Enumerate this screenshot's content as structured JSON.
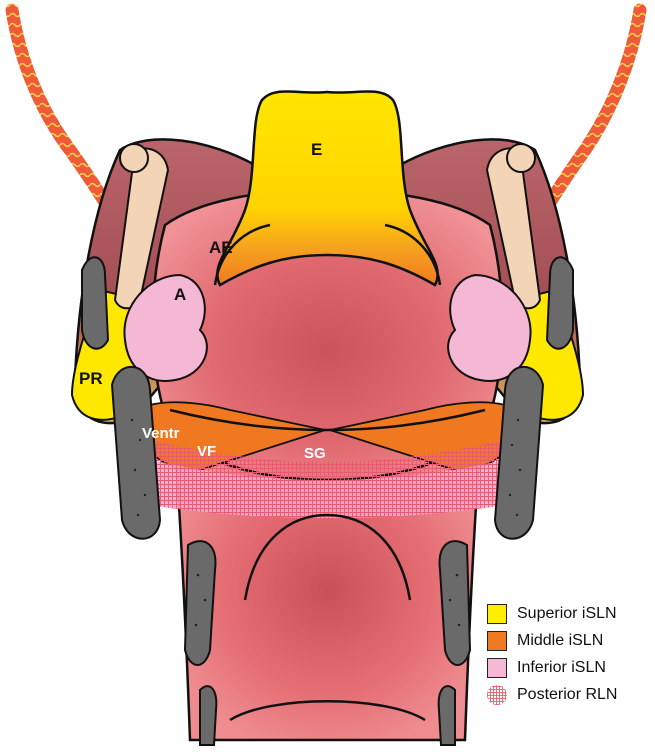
{
  "labels": {
    "E": "E",
    "AE": "AE",
    "A": "A",
    "PR": "PR",
    "Ventr": "Ventr",
    "VF": "VF",
    "SG": "SG"
  },
  "legend": [
    {
      "label": "Superior iSLN",
      "color": "#ffee00",
      "pattern": "solid"
    },
    {
      "label": "Middle iSLN",
      "color": "#f07a20",
      "pattern": "solid"
    },
    {
      "label": "Inferior iSLN",
      "color": "#f7b8d6",
      "pattern": "solid"
    },
    {
      "label": "Posterior RLN",
      "color": "#e65a64",
      "pattern": "hatch"
    }
  ],
  "colors": {
    "mucosa": "#e36a70",
    "mucosa_dark": "#b9444d",
    "wall": "#a65458",
    "yellow": "#ffe200",
    "orange": "#f07a20",
    "pink": "#f5b6d4",
    "cartilage": "#707070",
    "nerve": "#f08060"
  }
}
